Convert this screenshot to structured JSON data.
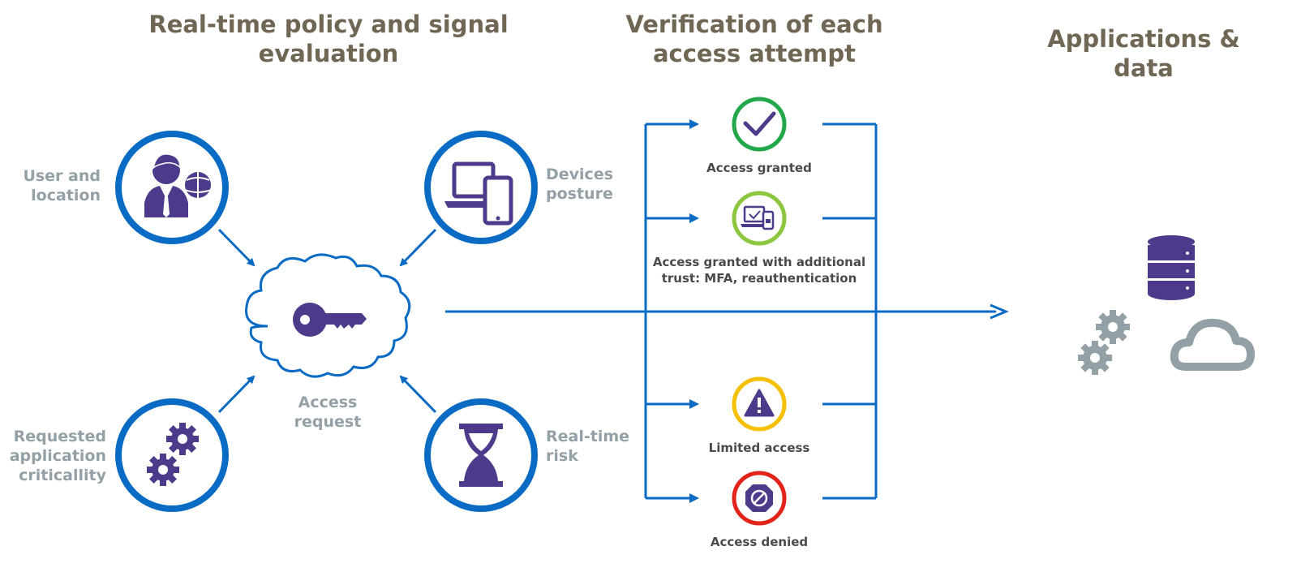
{
  "headers": {
    "col1": [
      "Real-time policy and signal",
      "evaluation"
    ],
    "col2": [
      "Verification of each",
      "access attempt"
    ],
    "col3": "Applications & data"
  },
  "signals": {
    "user": [
      "User and",
      "location"
    ],
    "devices": [
      "Devices",
      "posture"
    ],
    "application": [
      "Requested",
      "application",
      "criticallity"
    ],
    "risk": [
      "Real-time",
      "risk"
    ]
  },
  "center": {
    "label": [
      "Access",
      "request"
    ]
  },
  "outcomes": {
    "granted": [
      "Access granted"
    ],
    "granted_mfa": [
      "Access granted with additional",
      "trust: MFA, reauthentication"
    ],
    "limited": [
      "Limited access"
    ],
    "denied": [
      "Access denied"
    ]
  },
  "colors": {
    "blue": "#0a6bc4",
    "purple": "#4d3a8a",
    "gray_title": "#6f6754",
    "gray_label": "#93a0a6",
    "green": "#22a84a",
    "light_green": "#8cc63f",
    "yellow": "#f5c000",
    "red": "#e2231a",
    "icon_gray": "#93a0a6"
  }
}
